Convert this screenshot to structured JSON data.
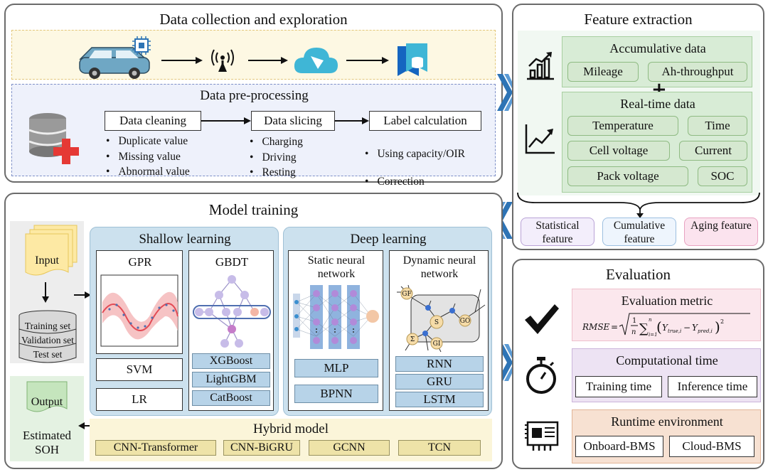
{
  "collection": {
    "title": "Data collection and exploration",
    "preprocess_title": "Data pre-processing",
    "steps": [
      "Data cleaning",
      "Data slicing",
      "Label calculation"
    ],
    "cleaning_items": [
      "Duplicate value",
      "Missing value",
      "Abnormal value"
    ],
    "slicing_items": [
      "Charging",
      "Driving",
      "Resting"
    ],
    "label_items": [
      "Using capacity/OIR",
      "Correction"
    ]
  },
  "feature": {
    "title": "Feature extraction",
    "accum_title": "Accumulative data",
    "accum_items": [
      "Mileage",
      "Ah-throughput"
    ],
    "plus": "+",
    "realtime_title": "Real-time data",
    "realtime_items": [
      "Temperature",
      "Time",
      "Cell voltage",
      "Current",
      "Pack voltage",
      "SOC"
    ],
    "outputs": [
      "Statistical feature",
      "Cumulative feature",
      "Aging feature"
    ]
  },
  "training": {
    "title": "Model training",
    "input_label": "Input",
    "datasets": [
      "Training set",
      "Validation set",
      "Test set"
    ],
    "output_label": "Output",
    "estimated": "Estimated SOH",
    "shallow_title": "Shallow learning",
    "gpr": "GPR",
    "gbdt": "GBDT",
    "svm": "SVM",
    "lr": "LR",
    "boosting": [
      "XGBoost",
      "LightGBM",
      "CatBoost"
    ],
    "deep_title": "Deep learning",
    "static_title": "Static neural network",
    "dynamic_title": "Dynamic neural network",
    "static_models": [
      "MLP",
      "BPNN"
    ],
    "dynamic_models": [
      "RNN",
      "GRU",
      "LSTM"
    ],
    "hybrid_title": "Hybrid model",
    "hybrid_models": [
      "CNN-Transformer",
      "CNN-BiGRU",
      "GCNN",
      "TCN"
    ],
    "rnn_nodes": [
      "GF",
      "S",
      "GO",
      "Σ",
      "GI"
    ]
  },
  "evaluation": {
    "title": "Evaluation",
    "metric_title": "Evaluation metric",
    "time_title": "Computational time",
    "time_items": [
      "Training time",
      "Inference time"
    ],
    "env_title": "Runtime environment",
    "env_items": [
      "Onboard-BMS",
      "Cloud-BMS"
    ]
  },
  "colors": {
    "accent_blue": "#2e74b5",
    "red_cross": "#e53935",
    "green_chip": "#d5e8d0",
    "blue_chip": "#b7d3e8",
    "olive_chip": "#eee3a8"
  }
}
